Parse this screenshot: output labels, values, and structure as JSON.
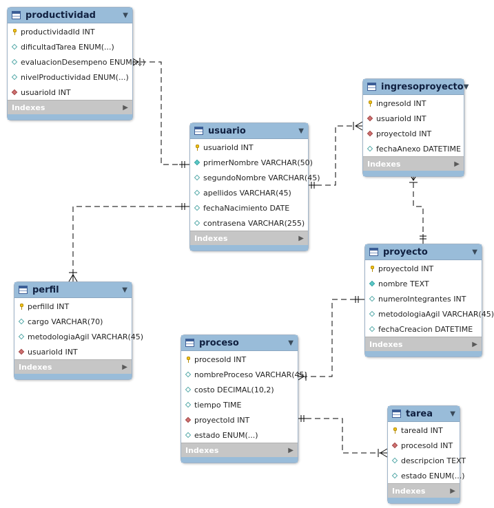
{
  "indexes_label": "Indexes",
  "tables": {
    "productividad": {
      "name": "productividad",
      "columns": [
        {
          "text": "productividadId INT",
          "icon": "primary-key"
        },
        {
          "text": "dificultadTarea ENUM(...)",
          "icon": "attribute"
        },
        {
          "text": "evaluacionDesempeno ENUM(...)",
          "icon": "attribute"
        },
        {
          "text": "nivelProductividad ENUM(...)",
          "icon": "attribute"
        },
        {
          "text": "usuarioId INT",
          "icon": "foreign-key"
        }
      ]
    },
    "usuario": {
      "name": "usuario",
      "columns": [
        {
          "text": "usuarioId INT",
          "icon": "primary-key"
        },
        {
          "text": "primerNombre VARCHAR(50)",
          "icon": "not-null"
        },
        {
          "text": "segundoNombre VARCHAR(45)",
          "icon": "attribute"
        },
        {
          "text": "apellidos VARCHAR(45)",
          "icon": "attribute"
        },
        {
          "text": "fechaNacimiento DATE",
          "icon": "attribute"
        },
        {
          "text": "contrasena VARCHAR(255)",
          "icon": "attribute"
        }
      ]
    },
    "ingresoproyecto": {
      "name": "ingresoproyecto",
      "columns": [
        {
          "text": "ingresoId INT",
          "icon": "primary-key"
        },
        {
          "text": "usuarioId INT",
          "icon": "foreign-key"
        },
        {
          "text": "proyectoId INT",
          "icon": "foreign-key"
        },
        {
          "text": "fechaAnexo DATETIME",
          "icon": "attribute"
        }
      ]
    },
    "proyecto": {
      "name": "proyecto",
      "columns": [
        {
          "text": "proyectoId INT",
          "icon": "primary-key"
        },
        {
          "text": "nombre TEXT",
          "icon": "not-null"
        },
        {
          "text": "numeroIntegrantes INT",
          "icon": "attribute"
        },
        {
          "text": "metodologiaAgil VARCHAR(45)",
          "icon": "attribute"
        },
        {
          "text": "fechaCreacion DATETIME",
          "icon": "attribute"
        }
      ]
    },
    "perfil": {
      "name": "perfil",
      "columns": [
        {
          "text": "perfilId INT",
          "icon": "primary-key"
        },
        {
          "text": "cargo VARCHAR(70)",
          "icon": "attribute"
        },
        {
          "text": "metodologiaAgil VARCHAR(45)",
          "icon": "attribute"
        },
        {
          "text": "usuarioId INT",
          "icon": "foreign-key"
        }
      ]
    },
    "proceso": {
      "name": "proceso",
      "columns": [
        {
          "text": "procesoId INT",
          "icon": "primary-key"
        },
        {
          "text": "nombreProceso VARCHAR(45)",
          "icon": "attribute"
        },
        {
          "text": "costo DECIMAL(10,2)",
          "icon": "attribute"
        },
        {
          "text": "tiempo TIME",
          "icon": "attribute"
        },
        {
          "text": "proyectoId INT",
          "icon": "foreign-key"
        },
        {
          "text": "estado ENUM(...)",
          "icon": "attribute"
        }
      ]
    },
    "tarea": {
      "name": "tarea",
      "columns": [
        {
          "text": "tareaId INT",
          "icon": "primary-key"
        },
        {
          "text": "procesoId INT",
          "icon": "foreign-key"
        },
        {
          "text": "descripcion TEXT",
          "icon": "attribute"
        },
        {
          "text": "estado ENUM(...)",
          "icon": "attribute"
        }
      ]
    }
  },
  "relationships": [
    {
      "name": "usuario-productividad",
      "one": "usuario",
      "many": "productividad"
    },
    {
      "name": "usuario-ingresoproyecto",
      "one": "usuario",
      "many": "ingresoproyecto"
    },
    {
      "name": "proyecto-ingresoproyecto",
      "one": "proyecto",
      "many": "ingresoproyecto"
    },
    {
      "name": "usuario-perfil",
      "one": "usuario",
      "many": "perfil"
    },
    {
      "name": "proyecto-proceso",
      "one": "proyecto",
      "many": "proceso"
    },
    {
      "name": "proceso-tarea",
      "one": "proceso",
      "many": "tarea"
    }
  ],
  "colors": {
    "header": "#99bcd9",
    "indexes_bar": "#c6c6c6",
    "primary_key": "#f4c518",
    "foreign_key": "#d07070",
    "not_null": "#5cc9c7",
    "connector": "#000000"
  }
}
